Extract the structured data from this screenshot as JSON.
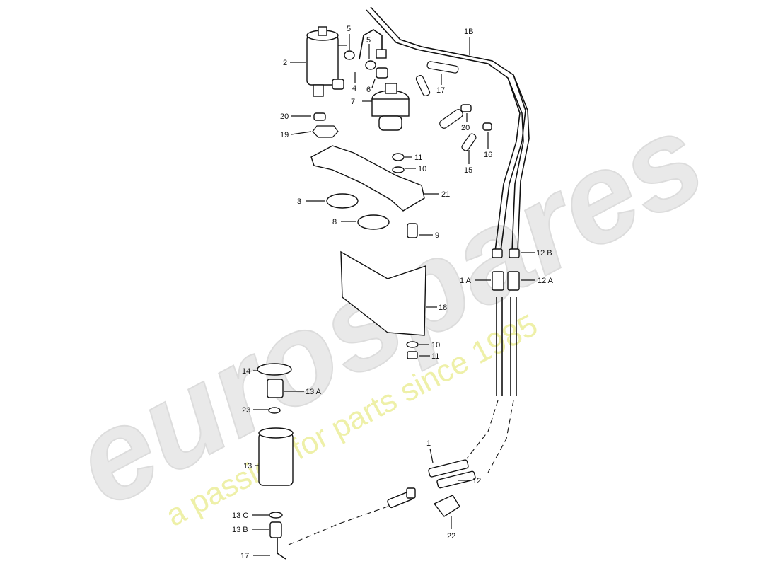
{
  "watermark": {
    "brand": "eurospares",
    "tagline": "a passion for parts since 1985"
  },
  "callouts": {
    "c1B": "1B",
    "c5a": "5",
    "c5b": "5",
    "c2": "2",
    "c4": "4",
    "c6": "6",
    "c7": "7",
    "c17a": "17",
    "c20a": "20",
    "c19": "19",
    "c11a": "11",
    "c10a": "10",
    "c20b": "20",
    "c16": "16",
    "c15": "15",
    "c21": "21",
    "c3": "3",
    "c8": "8",
    "c9": "9",
    "c12B": "12 B",
    "c1A": "1 A",
    "c12A": "12 A",
    "c18": "18",
    "c10b": "10",
    "c11b": "11",
    "c14": "14",
    "c13A": "13 A",
    "c23": "23",
    "c13": "13",
    "c1": "1",
    "c12": "12",
    "c13C": "13 C",
    "c13B": "13 B",
    "c22": "22",
    "c17b": "17"
  }
}
